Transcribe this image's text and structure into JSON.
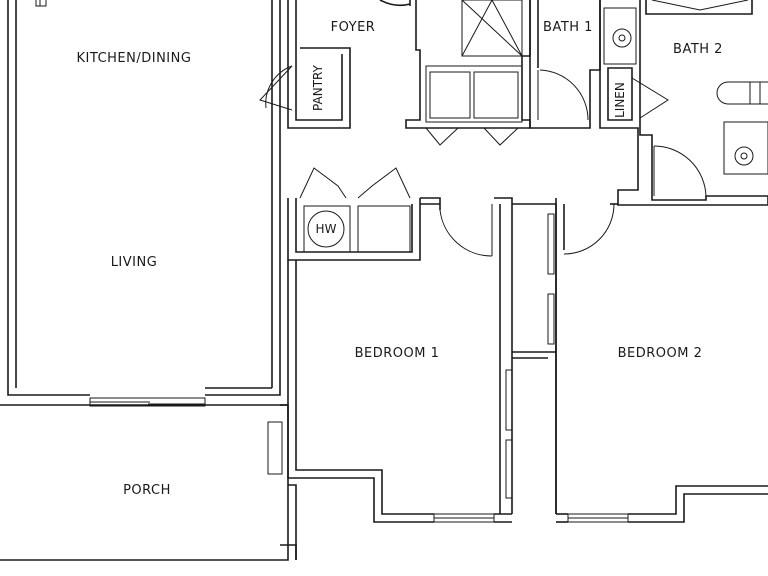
{
  "rooms": {
    "kitchen_dining": "KITCHEN/DINING",
    "foyer": "FOYER",
    "bath1": "BATH 1",
    "bath2": "BATH 2",
    "pantry": "PANTRY",
    "linen": "LINEN",
    "living": "LIVING",
    "hw": "HW",
    "bedroom1": "BEDROOM 1",
    "bedroom2": "BEDROOM 2",
    "porch": "PORCH"
  }
}
